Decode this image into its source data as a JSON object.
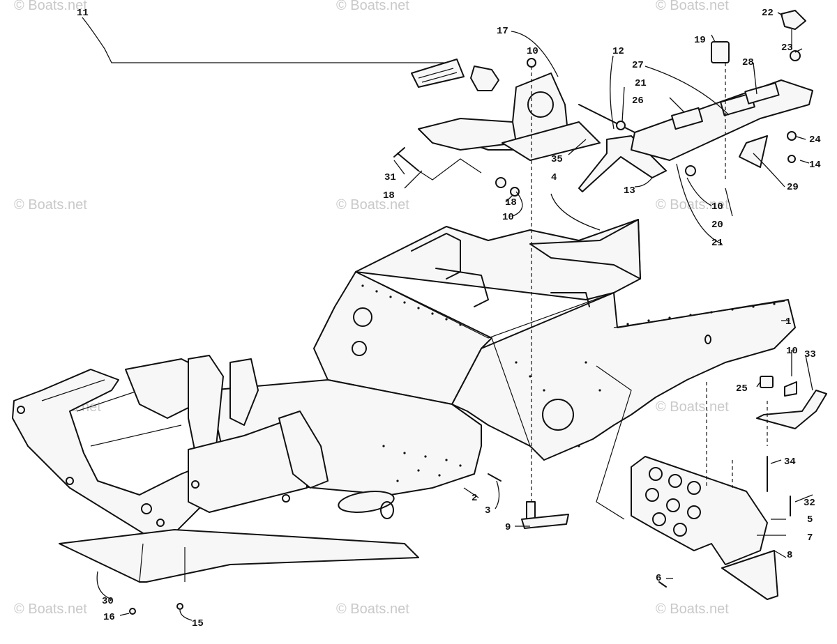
{
  "watermark": "© Boats.net",
  "callouts": [
    {
      "id": "c1",
      "text": "1"
    },
    {
      "id": "c2",
      "text": "2"
    },
    {
      "id": "c3",
      "text": "3"
    },
    {
      "id": "c4",
      "text": "4"
    },
    {
      "id": "c5",
      "text": "5"
    },
    {
      "id": "c6",
      "text": "6"
    },
    {
      "id": "c7",
      "text": "7"
    },
    {
      "id": "c8",
      "text": "8"
    },
    {
      "id": "c9",
      "text": "9"
    },
    {
      "id": "c10a",
      "text": "10"
    },
    {
      "id": "c10b",
      "text": "10"
    },
    {
      "id": "c10c",
      "text": "10"
    },
    {
      "id": "c10d",
      "text": "10"
    },
    {
      "id": "c11",
      "text": "11"
    },
    {
      "id": "c12",
      "text": "12"
    },
    {
      "id": "c13",
      "text": "13"
    },
    {
      "id": "c14",
      "text": "14"
    },
    {
      "id": "c15",
      "text": "15"
    },
    {
      "id": "c16",
      "text": "16"
    },
    {
      "id": "c17",
      "text": "17"
    },
    {
      "id": "c18a",
      "text": "18"
    },
    {
      "id": "c18b",
      "text": "18"
    },
    {
      "id": "c19",
      "text": "19"
    },
    {
      "id": "c20",
      "text": "20"
    },
    {
      "id": "c21a",
      "text": "21"
    },
    {
      "id": "c21b",
      "text": "21"
    },
    {
      "id": "c22",
      "text": "22"
    },
    {
      "id": "c23",
      "text": "23"
    },
    {
      "id": "c24",
      "text": "24"
    },
    {
      "id": "c25",
      "text": "25"
    },
    {
      "id": "c26",
      "text": "26"
    },
    {
      "id": "c27",
      "text": "27"
    },
    {
      "id": "c28",
      "text": "28"
    },
    {
      "id": "c29",
      "text": "29"
    },
    {
      "id": "c30",
      "text": "30"
    },
    {
      "id": "c31",
      "text": "31"
    },
    {
      "id": "c32",
      "text": "32"
    },
    {
      "id": "c33",
      "text": "33"
    },
    {
      "id": "c34",
      "text": "34"
    },
    {
      "id": "c35",
      "text": "35"
    }
  ]
}
